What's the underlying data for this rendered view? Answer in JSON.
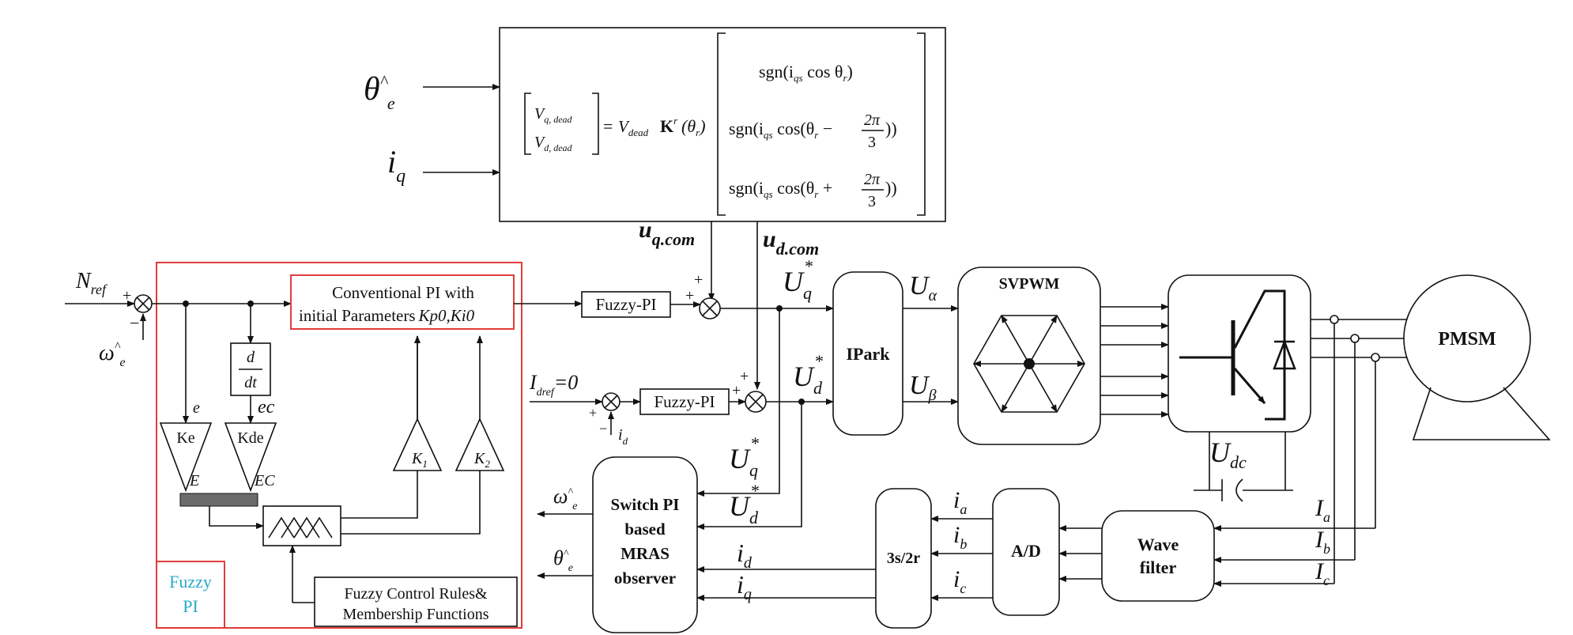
{
  "blocks": {
    "fuzzy_pi_label_1": "Fuzzy",
    "fuzzy_pi_label_2": "PI",
    "conventional_pi_line1": "Conventional PI with",
    "conventional_pi_line2": "initial Parameters",
    "conventional_pi_params": "Kp0,Ki0",
    "fuzzy_pi_q": "Fuzzy-PI",
    "fuzzy_pi_d": "Fuzzy-PI",
    "ipark": "IPark",
    "svpwm": "SVPWM",
    "pmsm": "PMSM",
    "switch_pi_1": "Switch PI",
    "switch_pi_2": "based",
    "switch_pi_3": "MRAS",
    "switch_pi_4": "observer",
    "three_s_two_r": "3s/2r",
    "ad": "A/D",
    "wave_filter_1": "Wave",
    "wave_filter_2": "filter",
    "rules_line1": "Fuzzy Control Rules&",
    "rules_line2": "Membership Functions",
    "ke": "Ke",
    "kde": "Kde",
    "k1": "K",
    "k1_sub": "1",
    "k2": "K",
    "k2_sub": "2",
    "d_num": "d",
    "d_den": "dt"
  },
  "signals": {
    "theta_e": "θ",
    "theta_hat": "^",
    "theta_sub": "e",
    "iq_main": "i",
    "iq_sub": "q",
    "uq_com": "u",
    "uq_com_sub": "q.com",
    "ud_com": "u",
    "ud_com_sub": "d.com",
    "n_ref": "N",
    "n_ref_sub": "ref",
    "omega": "ω",
    "omega_hat": "^",
    "omega_sub": "e",
    "idref": "I",
    "idref_sub": "dref",
    "idref_val": "=0",
    "id_fb": "i",
    "id_fb_sub": "d",
    "e": "e",
    "ec": "ec",
    "E": "E",
    "EC": "EC",
    "uq_star": "U",
    "uq_star_sub": "q",
    "ud_star": "U",
    "ud_star_sub": "d",
    "star": "*",
    "u_alpha": "U",
    "u_alpha_sub": "α",
    "u_beta": "U",
    "u_beta_sub": "β",
    "udc": "U",
    "udc_sub": "dc",
    "ia": "i",
    "ia_sub": "a",
    "ib": "i",
    "ib_sub": "b",
    "ic": "i",
    "ic_sub": "c",
    "Ia": "I",
    "Ia_sub": "a",
    "Ib": "I",
    "Ib_sub": "b",
    "Ic": "I",
    "Ic_sub": "c",
    "omega_out": "ω",
    "omega_out_hat": "^",
    "omega_out_sub": "e",
    "theta_out": "θ",
    "theta_out_hat": "^",
    "theta_out_sub": "e",
    "mras_uq": "U",
    "mras_uq_sub": "q",
    "mras_ud": "U",
    "mras_ud_sub": "d",
    "mras_id": "i",
    "mras_id_sub": "d",
    "mras_iq": "i",
    "mras_iq_sub": "q",
    "plus": "+",
    "minus": "−"
  },
  "equation": {
    "vq_dead": "V",
    "vq_dead_sub": "q, dead",
    "vd_dead": "V",
    "vd_dead_sub": "d, dead",
    "eq": "=",
    "vdead": "V",
    "vdead_sub": "dead",
    "K": "K",
    "K_sup": "r",
    "theta_r": "(θ",
    "theta_r_sub": "r",
    "close": ")",
    "row1": "sgn(i",
    "row1_sub": "qs",
    "row1_rest": " cos θ",
    "row1_end": ")",
    "row2": "sgn(i",
    "row2_sub": "qs",
    "row2_rest": " cos(θ",
    "row2_op": " − ",
    "row2_frac_num": "2π",
    "row2_frac_den": "3",
    "row2_end": "))",
    "row3": "sgn(i",
    "row3_sub": "qs",
    "row3_rest": " cos(θ",
    "row3_op": " + ",
    "row3_frac_num": "2π",
    "row3_frac_den": "3",
    "row3_end": "))",
    "r_sub": "r"
  }
}
